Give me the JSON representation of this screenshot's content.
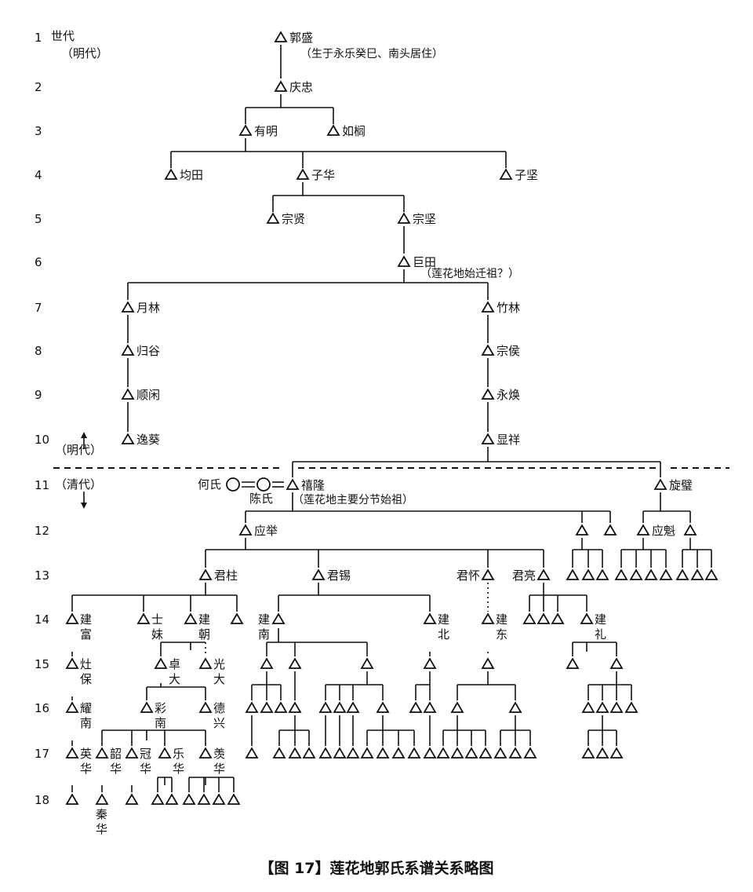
{
  "diagram": {
    "caption": "【图 17】莲花地郭氏系谱关系略图",
    "header_label": "世代",
    "era_ming": "（明代）",
    "era_qing": "（清代）",
    "era_ming_end": "（明代）",
    "generations": [
      "1",
      "2",
      "3",
      "4",
      "5",
      "6",
      "7",
      "8",
      "9",
      "10",
      "11",
      "12",
      "13",
      "14",
      "15",
      "16",
      "17",
      "18"
    ],
    "persons": {
      "p_guosheng": "郭盛",
      "p_qingzhong": "庆忠",
      "p_youming": "有明",
      "p_rugang": "如榈",
      "p_juntian": "均田",
      "p_zihua": "子华",
      "p_zijian": "子坚",
      "p_zongxian": "宗贤",
      "p_zongjian": "宗坚",
      "p_jutian": "巨田",
      "p_yuelin": "月林",
      "p_zhulin": "竹林",
      "p_guigu": "归谷",
      "p_zonghou": "宗侯",
      "p_shunxian": "顺闲",
      "p_yonghuan": "永焕",
      "p_yikui": "逸葵",
      "p_xianxiang": "显祥",
      "p_qilong": "禧隆",
      "p_xuanbi": "旋璧",
      "p_yingju": "应举",
      "p_yingkui": "应魁",
      "p_junzhu": "君柱",
      "p_junxi": "君锡",
      "p_junhuai": "君怀",
      "p_junliang": "君亮",
      "p_jianfu": "建富",
      "p_shimei": "士妹",
      "p_jianchao": "建朝",
      "p_jiannan": "建南",
      "p_jianbei": "建北",
      "p_jiandong": "建东",
      "p_jianli": "建礼",
      "p_zaobao": "灶保",
      "p_zhuoda": "卓大",
      "p_guangda": "光大",
      "p_yaonan": "耀南",
      "p_cainan": "彩南",
      "p_dexing": "德兴",
      "p_yinghua": "英华",
      "p_shaohua": "韶华",
      "p_guanhua": "冠华",
      "p_lehua": "乐华",
      "p_xianhua": "羡华",
      "p_qinhua": "秦华"
    },
    "notes": {
      "birth_note": "（生于永乐癸巳、南头居住）",
      "jutian_note": "（莲花地始迁祖？）",
      "qilong_note": "（莲花地主要分节始祖）",
      "spouse_he": "何氏",
      "spouse_chen": "陈氏"
    }
  }
}
